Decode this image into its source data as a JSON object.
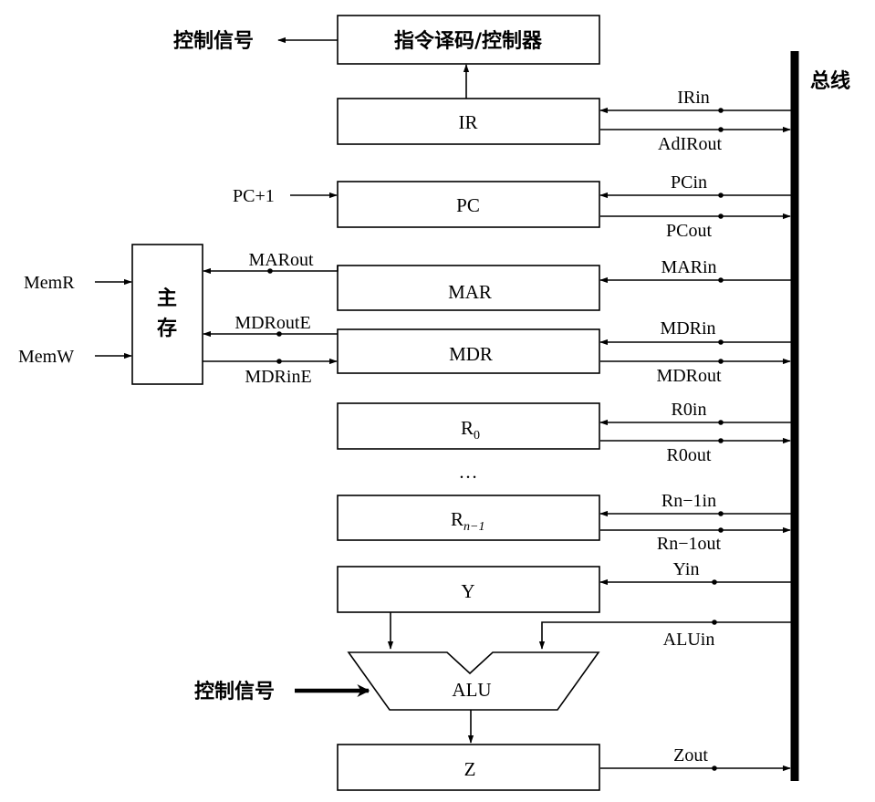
{
  "diagram": {
    "decoder_label": "指令译码/控制器",
    "control_signal_top": "控制信号",
    "bus_label": "总线",
    "registers": {
      "ir": "IR",
      "pc": "PC",
      "mar": "MAR",
      "mdr": "MDR",
      "r0_main": "R",
      "r0_sub": "0",
      "rn_main": "R",
      "rn_sub": "n−1",
      "y": "Y",
      "z": "Z"
    },
    "ellipsis": "…",
    "memory": {
      "line1": "主",
      "line2": "存"
    },
    "alu_label": "ALU",
    "control_signal_alu": "控制信号",
    "signals": {
      "ir_in": "IRin",
      "ad_ir_out": "AdIRout",
      "pc_plus_1": "PC+1",
      "pc_in": "PCin",
      "pc_out": "PCout",
      "mar_out": "MARout",
      "mar_in": "MARin",
      "mem_r": "MemR",
      "mem_w": "MemW",
      "mdr_out_e": "MDRoutE",
      "mdr_in_e": "MDRinE",
      "mdr_in": "MDRin",
      "mdr_out": "MDRout",
      "r0_in": "R0in",
      "r0_out": "R0out",
      "rn_in": "Rn−1in",
      "rn_out": "Rn−1out",
      "y_in": "Yin",
      "alu_in": "ALUin",
      "z_out": "Zout"
    }
  }
}
